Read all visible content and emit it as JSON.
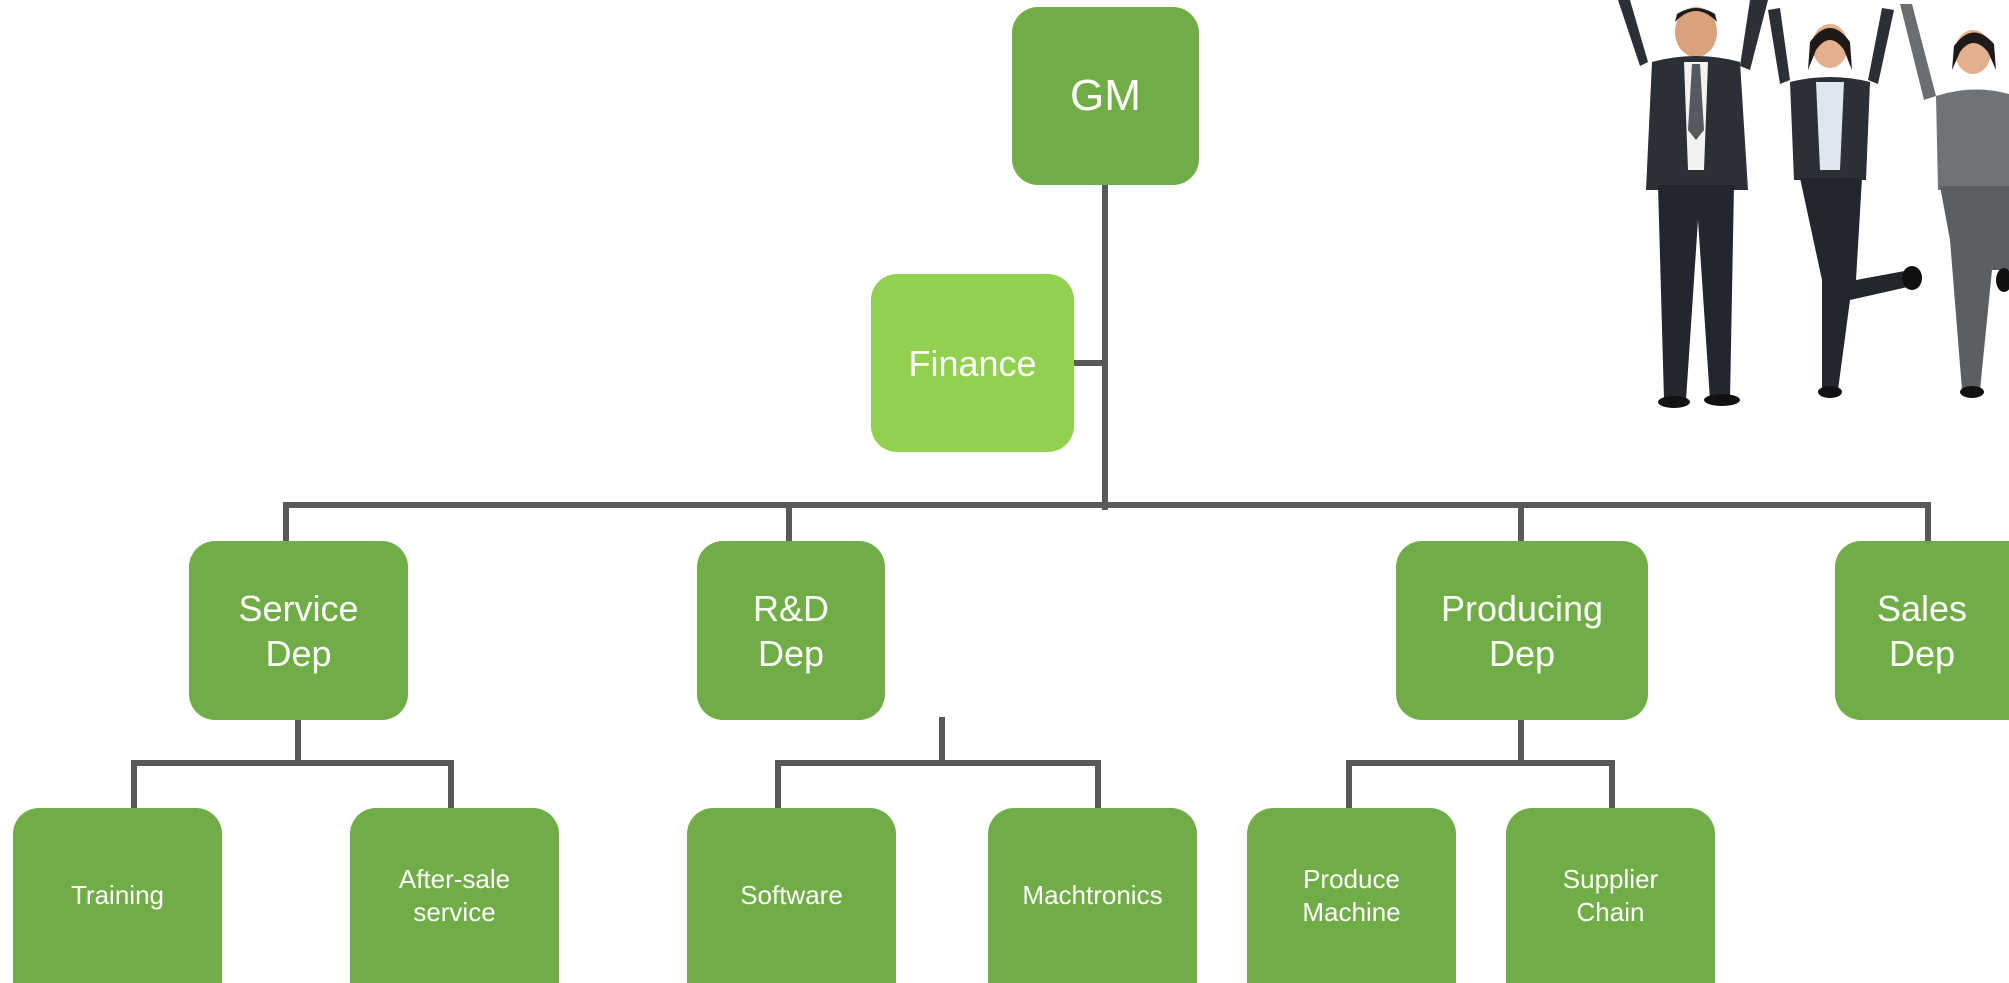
{
  "colors": {
    "node": "#70ad47",
    "assistant_node": "#92d050",
    "connector": "#595959",
    "text": "#ffffff"
  },
  "org": {
    "gm": "GM",
    "finance": "Finance",
    "departments": {
      "service": "Service\nDep",
      "rnd": "R&D\nDep",
      "producing": "Producing\nDep",
      "sales": "Sales\nDep"
    },
    "units": {
      "training": "Training",
      "after_sale": "After-sale\nservice",
      "software": "Software",
      "machtronics": "Machtronics",
      "produce_machine": "Produce\nMachine",
      "supplier_chain": "Supplier\nChain"
    }
  },
  "photo": {
    "subject": "three cheering business people"
  }
}
